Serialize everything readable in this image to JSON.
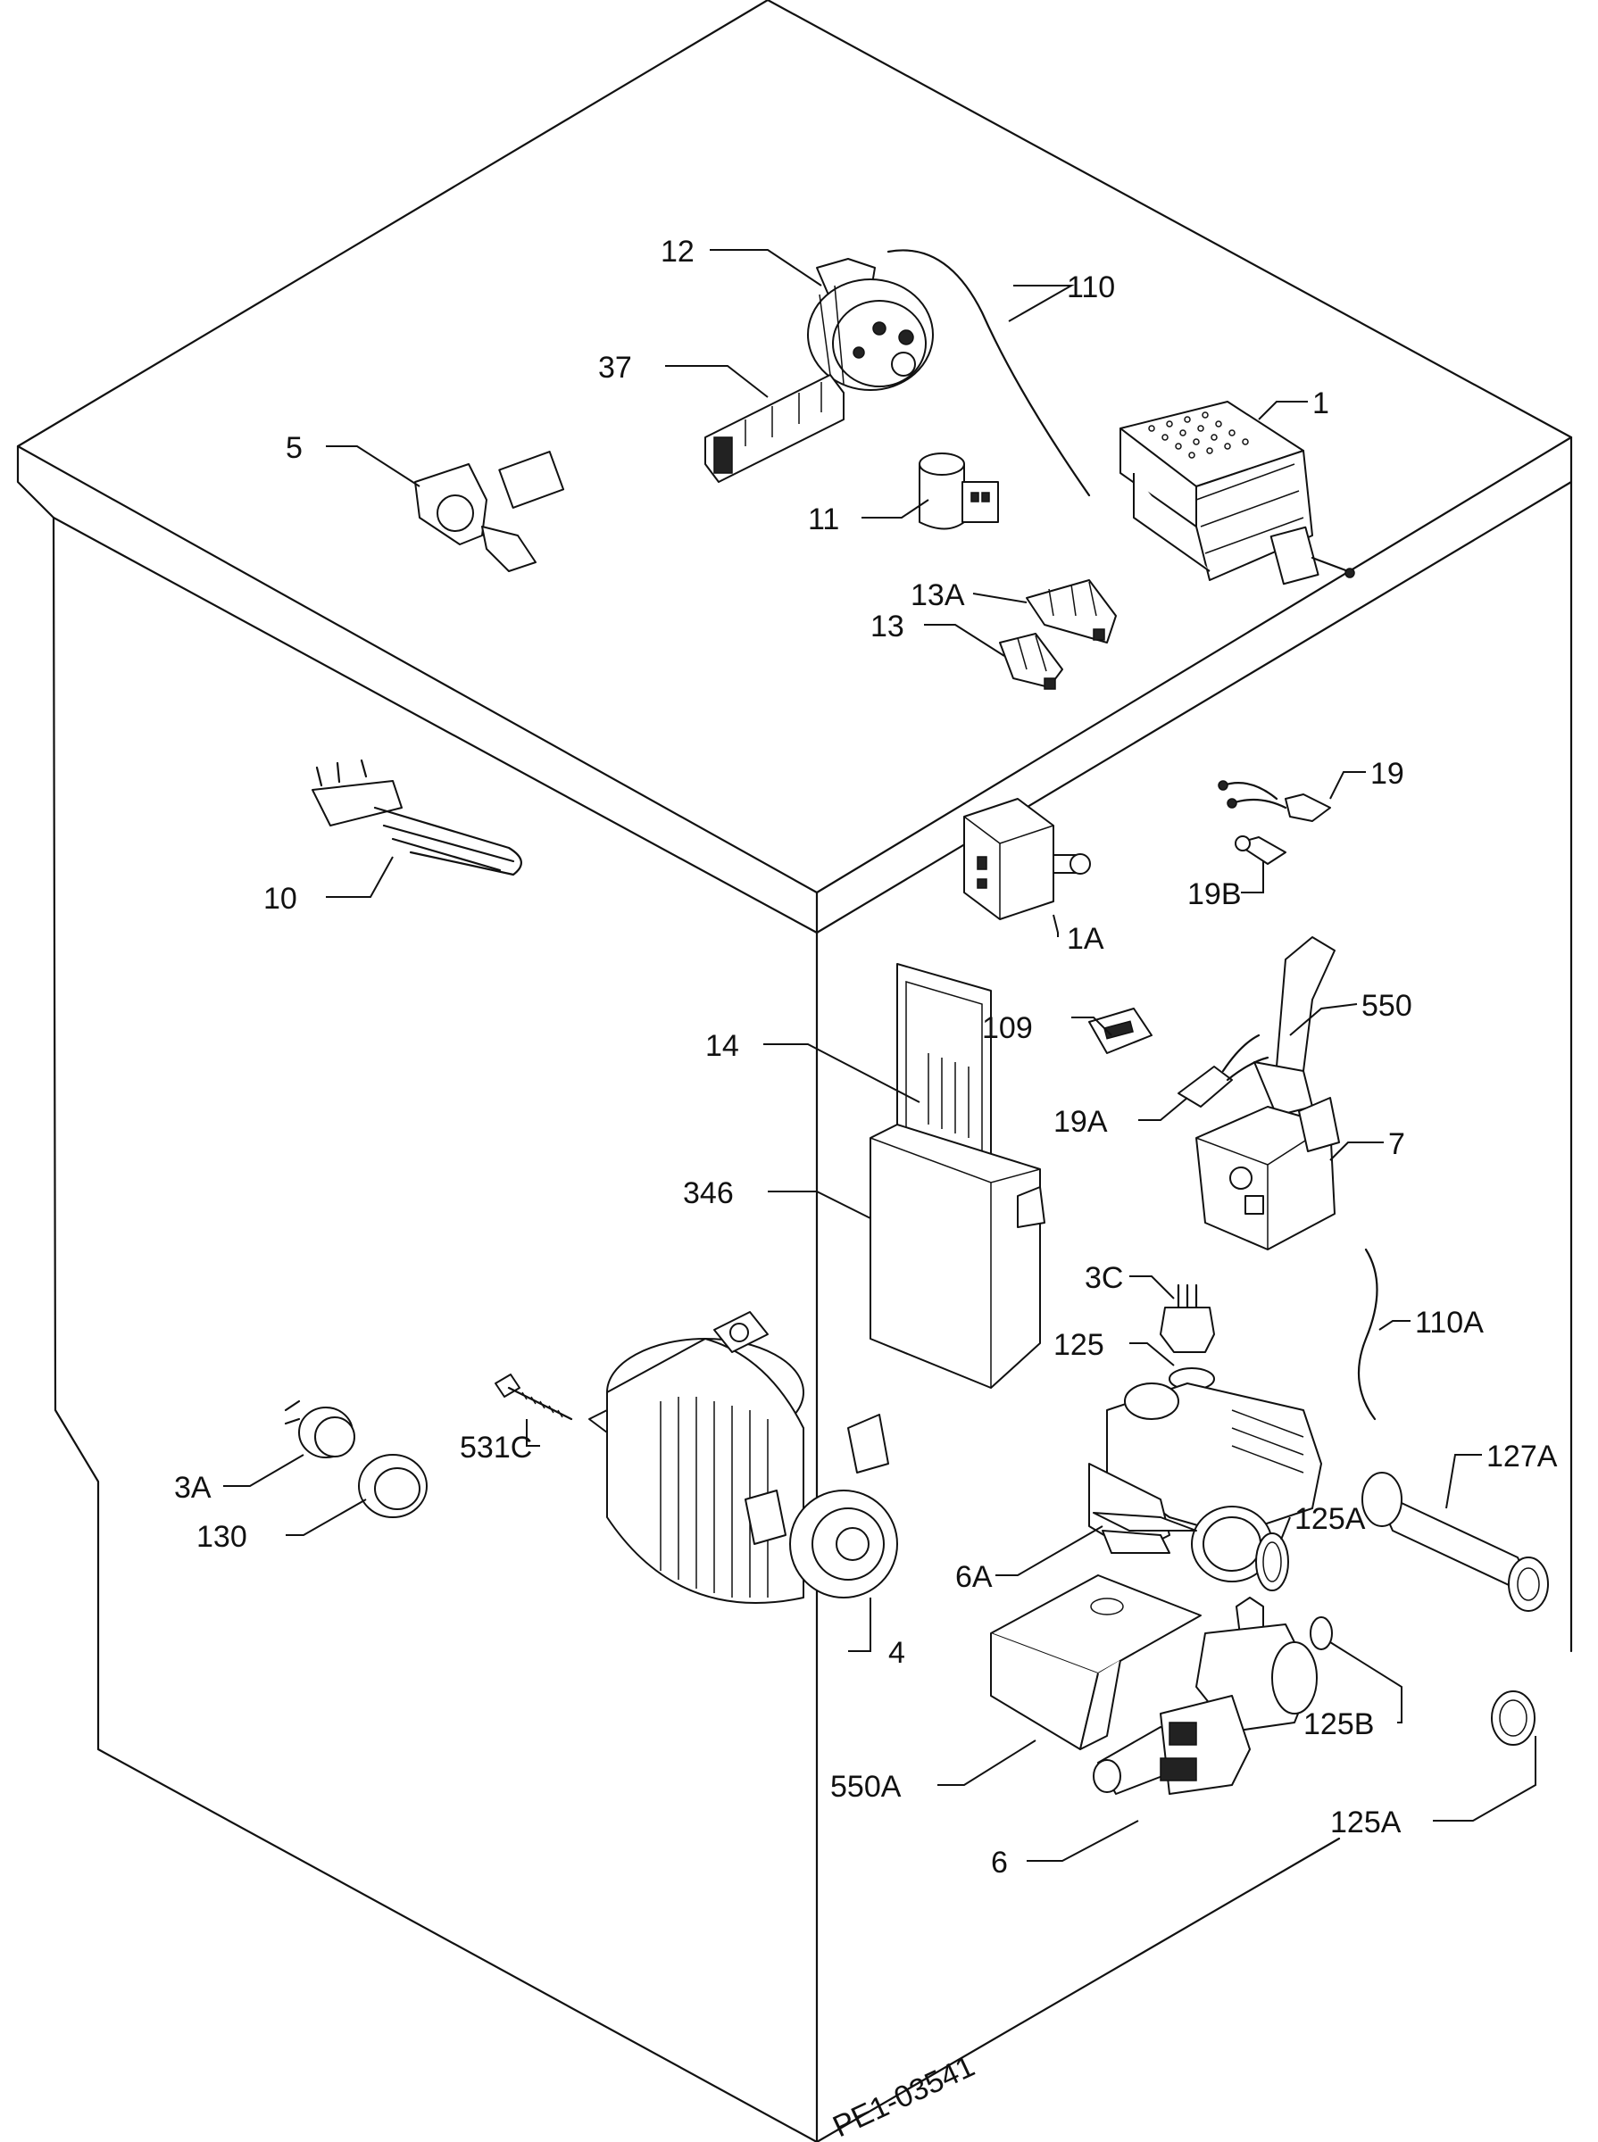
{
  "diagram": {
    "drawing_code": "PE1-03541",
    "part_labels": {
      "p1": "1",
      "p1A": "1A",
      "p3A": "3A",
      "p3C": "3C",
      "p4": "4",
      "p5": "5",
      "p6": "6",
      "p6A": "6A",
      "p7": "7",
      "p10": "10",
      "p11": "11",
      "p12": "12",
      "p13": "13",
      "p13A": "13A",
      "p14": "14",
      "p19": "19",
      "p19A": "19A",
      "p19B": "19B",
      "p37": "37",
      "p109": "109",
      "p110": "110",
      "p110A": "110A",
      "p125": "125",
      "p125A_upper": "125A",
      "p125A_lower": "125A",
      "p125B": "125B",
      "p127A": "127A",
      "p130": "130",
      "p346": "346",
      "p531C": "531C",
      "p550": "550",
      "p550A": "550A"
    }
  }
}
